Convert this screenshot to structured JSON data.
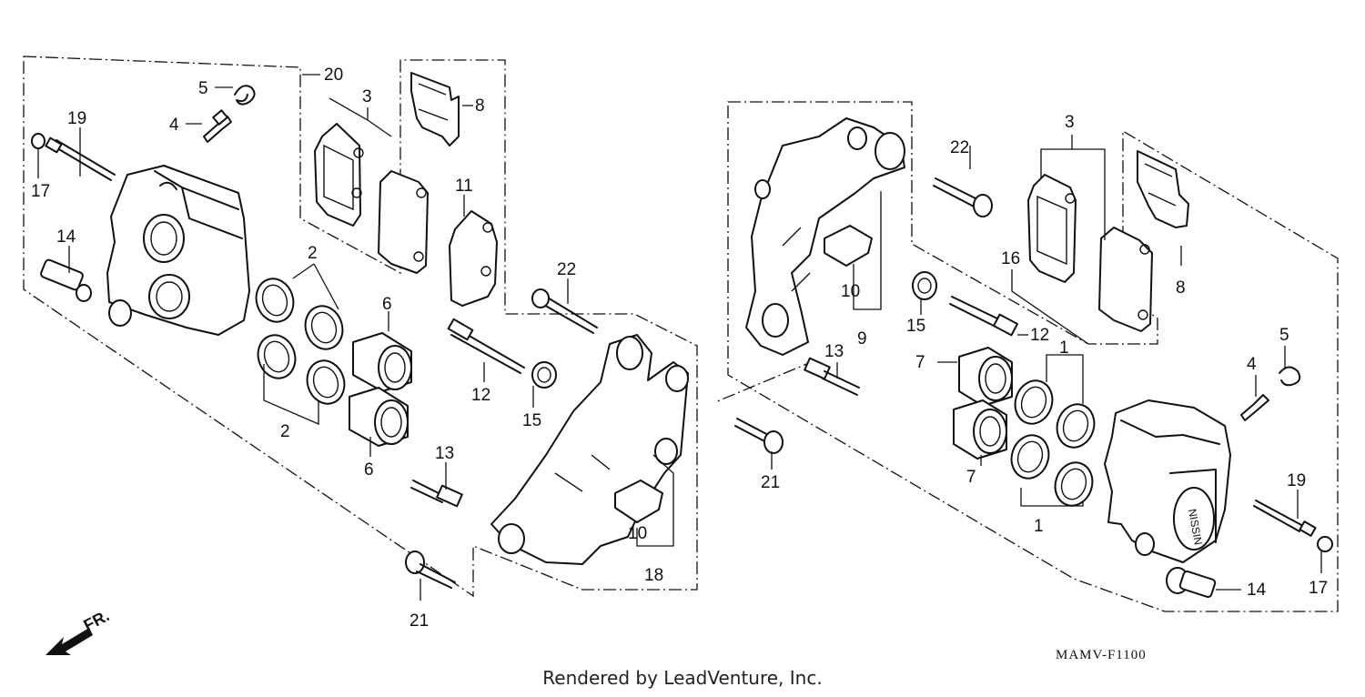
{
  "callouts": {
    "c1": "1",
    "c2": "2",
    "c3": "3",
    "c4": "4",
    "c5": "5",
    "c6": "6",
    "c7": "7",
    "c8": "8",
    "c9": "9",
    "c10": "10",
    "c11": "11",
    "c12": "12",
    "c13": "13",
    "c14": "14",
    "c15": "15",
    "c16": "16",
    "c17": "17",
    "c18": "18",
    "c19": "19",
    "c20": "20",
    "c21": "21",
    "c22": "22"
  },
  "drawing_code": "MAMV-F1100",
  "credit": "Rendered by LeadVenture, Inc.",
  "fr_label": "FR.",
  "caliper_brand": "NISSIN"
}
